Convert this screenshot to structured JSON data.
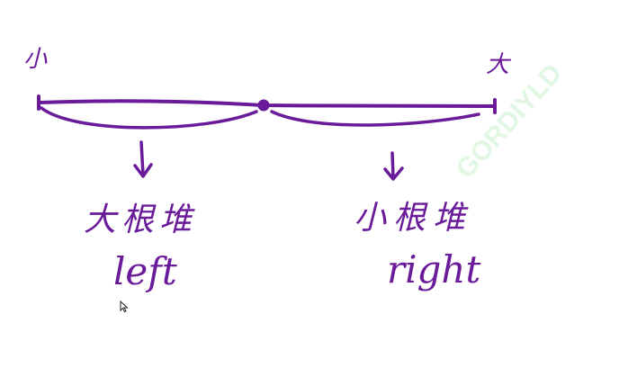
{
  "labels": {
    "left_end": "小",
    "right_end": "大",
    "left_heap": "大根堆",
    "left_name": "left",
    "right_heap": "小根堆",
    "right_name": "right",
    "watermark": "GORDIYLD"
  },
  "colors": {
    "ink": "#6a1b9a",
    "watermark": "#c9f2cf",
    "background": "#ffffff"
  }
}
